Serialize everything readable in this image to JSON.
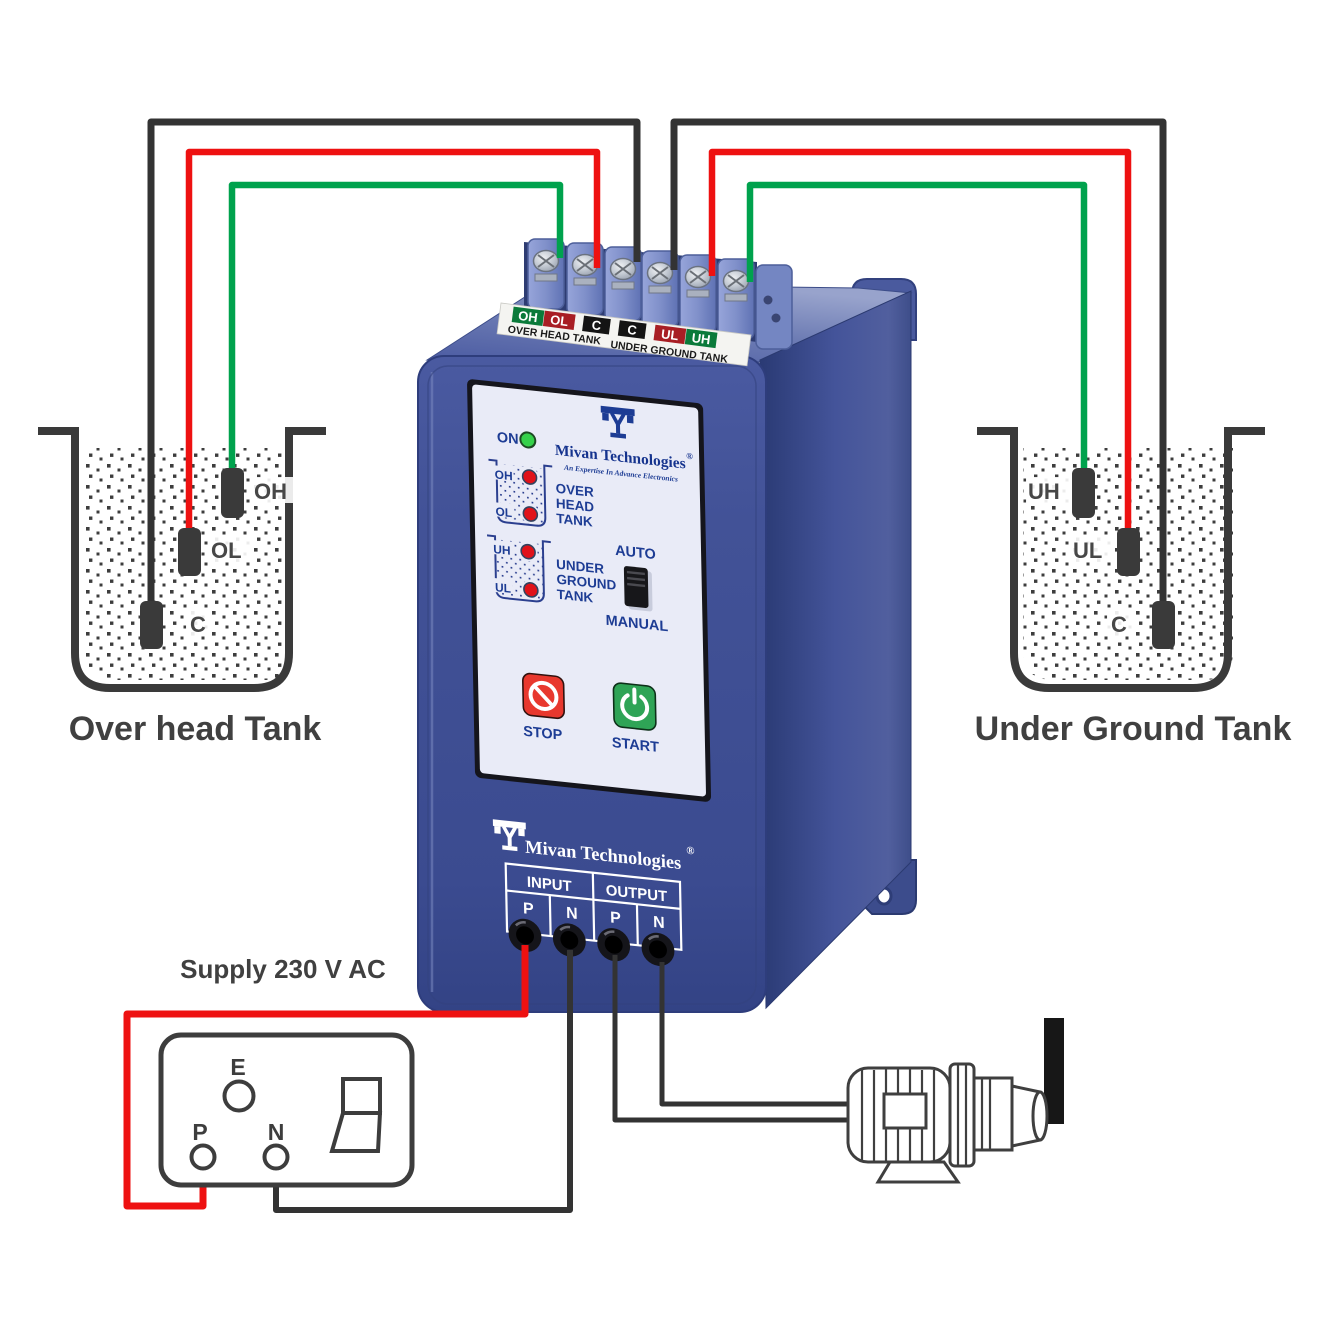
{
  "device": {
    "brand": "Mivan Technologies",
    "brand_reg": "®",
    "tagline": "An Expertise In Advance Electronics",
    "power_led_label": "ON",
    "terminals": [
      {
        "label": "OH",
        "color": "#0a7a3a"
      },
      {
        "label": "OL",
        "color": "#a81e24"
      },
      {
        "label": "C",
        "color": "#141414"
      },
      {
        "label": "C",
        "color": "#141414"
      },
      {
        "label": "UL",
        "color": "#a81e24"
      },
      {
        "label": "UH",
        "color": "#0a7a3a"
      }
    ],
    "terminal_group_left": "OVER HEAD TANK",
    "terminal_group_right": "UNDER GROUND TANK",
    "panel": {
      "overhead": {
        "line1": "OVER",
        "line2": "HEAD",
        "line3": "TANK",
        "led1": "OH",
        "led2": "OL"
      },
      "underground": {
        "line1": "UNDER",
        "line2": "GROUND",
        "line3": "TANK",
        "led1": "UH",
        "led2": "UL"
      },
      "mode_top": "AUTO",
      "mode_bottom": "MANUAL",
      "stop_label": "STOP",
      "start_label": "START"
    },
    "io_table": {
      "input_label": "INPUT",
      "output_label": "OUTPUT",
      "in_p": "P",
      "in_n": "N",
      "out_p": "P",
      "out_n": "N"
    }
  },
  "overhead_tank": {
    "caption": "Over head Tank",
    "sensor_high": "OH",
    "sensor_low": "OL",
    "sensor_common": "C"
  },
  "underground_tank": {
    "caption": "Under Ground Tank",
    "sensor_high": "UH",
    "sensor_low": "UL",
    "sensor_common": "C"
  },
  "supply": {
    "label": "Supply 230 V AC",
    "pin_earth": "E",
    "pin_phase": "P",
    "pin_neutral": "N"
  },
  "colors": {
    "wire_red": "#ee1111",
    "wire_green": "#00a24d",
    "wire_black": "#333333",
    "body_blue": "#42529a",
    "panel_navy": "#1d3c94",
    "stop_red": "#e8382e",
    "start_green": "#2fa456",
    "led_red": "#e01219",
    "led_green": "#35d14a"
  }
}
